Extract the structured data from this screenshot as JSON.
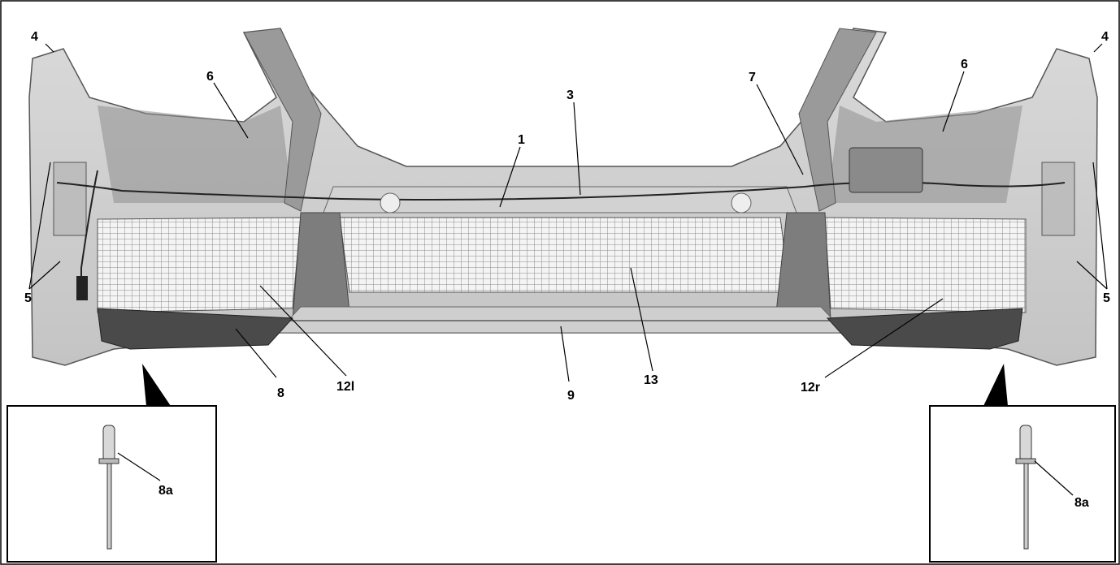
{
  "callouts": {
    "c1": "1",
    "c3": "3",
    "c4_left": "4",
    "c4_right": "4",
    "c5_left": "5",
    "c5_right": "5",
    "c6_left": "6",
    "c6_right": "6",
    "c7": "7",
    "c8": "8",
    "c9": "9",
    "c12l": "12l",
    "c12r": "12r",
    "c13": "13",
    "c8a_left": "8a",
    "c8a_right": "8a"
  },
  "colors": {
    "bumper_light": "#e3e3e3",
    "bumper_mid": "#bdbdbd",
    "bumper_dark": "#7d7d7d",
    "frame": "#000000"
  }
}
